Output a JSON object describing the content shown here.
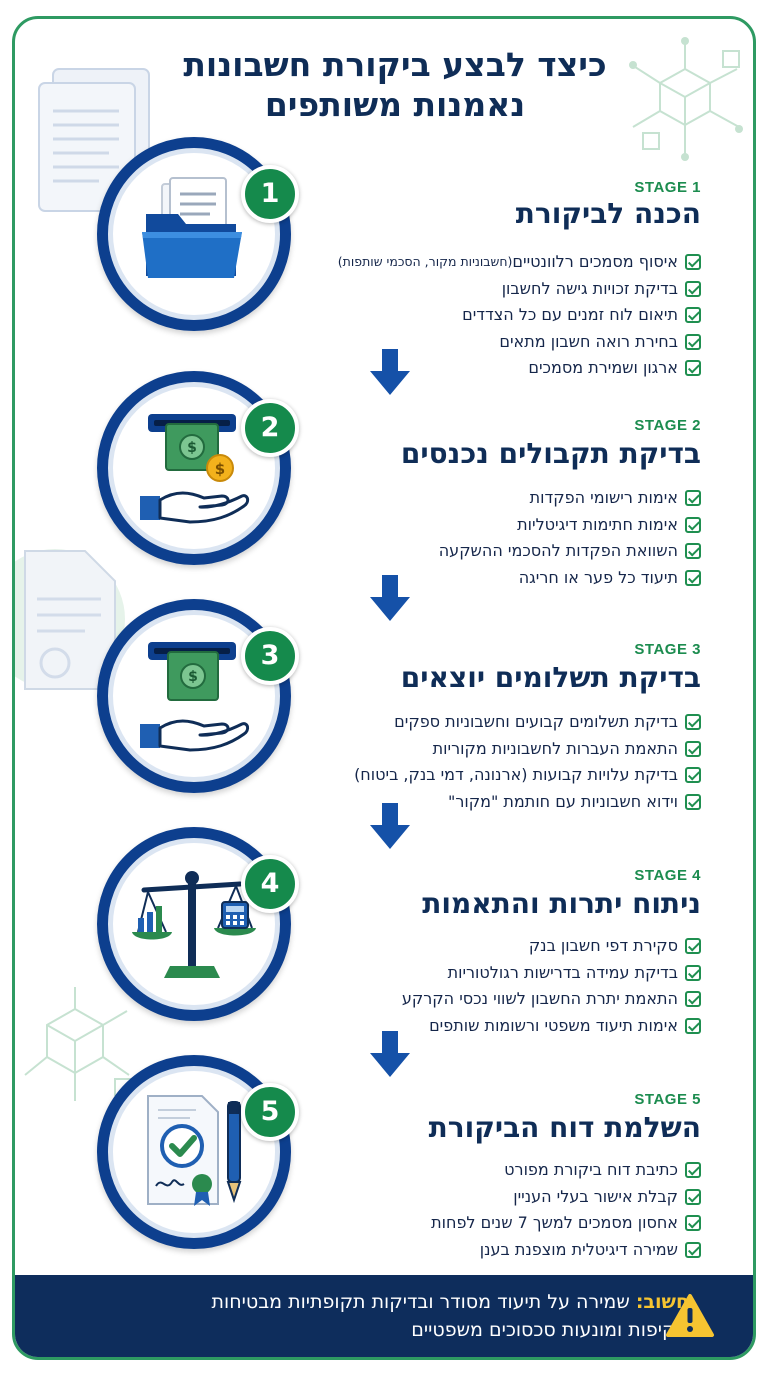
{
  "title": {
    "line1": "כיצד לבצע ביקורת חשבונות",
    "line2": "נאמנות משותפים"
  },
  "colors": {
    "navy": "#0f2d57",
    "ring_blue": "#0d3f8e",
    "green": "#158a4c",
    "frame_green": "#2e9a62",
    "footer_bg": "#0e2d5c",
    "warning_yellow": "#f6c431"
  },
  "stages": [
    {
      "number": "1",
      "label": "STAGE 1",
      "title": "הכנה לביקורת",
      "icon": "folder-documents-icon",
      "items": [
        {
          "text": "איסוף מסמכים רלוונטיים ",
          "note": "(חשבוניות מקור, הסכמי שותפות)"
        },
        {
          "text": "בדיקת זכויות גישה לחשבון",
          "note": ""
        },
        {
          "text": "תיאום לוח זמנים עם כל הצדדים",
          "note": ""
        },
        {
          "text": "בחירת רואה חשבון מתאים",
          "note": ""
        },
        {
          "text": "ארגון ושמירת מסמכים",
          "note": ""
        }
      ]
    },
    {
      "number": "2",
      "label": "STAGE 2",
      "title": "בדיקת תקבולים נכנסים",
      "icon": "money-deposit-hand-icon",
      "items": [
        {
          "text": "אימות רישומי הפקדות",
          "note": ""
        },
        {
          "text": "אימות חתימות דיגיטליות",
          "note": ""
        },
        {
          "text": "השוואת הפקדות להסכמי ההשקעה",
          "note": ""
        },
        {
          "text": "תיעוד כל פער או חריגה",
          "note": ""
        }
      ]
    },
    {
      "number": "3",
      "label": "STAGE 3",
      "title": "בדיקת תשלומים יוצאים",
      "icon": "money-withdrawal-hand-icon",
      "items": [
        {
          "text": "בדיקת תשלומים קבועים וחשבוניות ספקים",
          "note": ""
        },
        {
          "text": "התאמת העברות לחשבוניות מקוריות",
          "note": ""
        },
        {
          "text": "בדיקת עלויות קבועות (ארנונה, דמי בנק, ביטוח)",
          "note": ""
        },
        {
          "text": "וידוא חשבוניות עם חותמת \"מקור\"",
          "note": ""
        }
      ]
    },
    {
      "number": "4",
      "label": "STAGE 4",
      "title": "ניתוח יתרות והתאמות",
      "icon": "balance-scale-icon",
      "items": [
        {
          "text": "סקירת דפי חשבון בנק",
          "note": ""
        },
        {
          "text": "בדיקת עמידה בדרישות רגולטוריות",
          "note": ""
        },
        {
          "text": "התאמת יתרת החשבון לשווי נכסי הקרקע",
          "note": ""
        },
        {
          "text": "אימות תיעוד משפטי ורשומות שותפים",
          "note": ""
        }
      ]
    },
    {
      "number": "5",
      "label": "STAGE 5",
      "title": "השלמת דוח הביקורת",
      "icon": "signed-report-pen-icon",
      "items": [
        {
          "text": "כתיבת דוח ביקורת מפורט",
          "note": ""
        },
        {
          "text": "קבלת אישור בעלי העניין",
          "note": ""
        },
        {
          "text": "אחסון מסמכים למשך 7 שנים לפחות",
          "note": ""
        },
        {
          "text": "שמירה דיגיטלית מוצפנת בענן",
          "note": ""
        }
      ]
    }
  ],
  "footer": {
    "label": "חשוב:",
    "line1": " שמירה על תיעוד מסודר ובדיקות תקופתיות מבטיחות",
    "line2": "שקיפות ומונעות סכסוכים משפטיים",
    "icon": "warning-triangle-icon"
  }
}
